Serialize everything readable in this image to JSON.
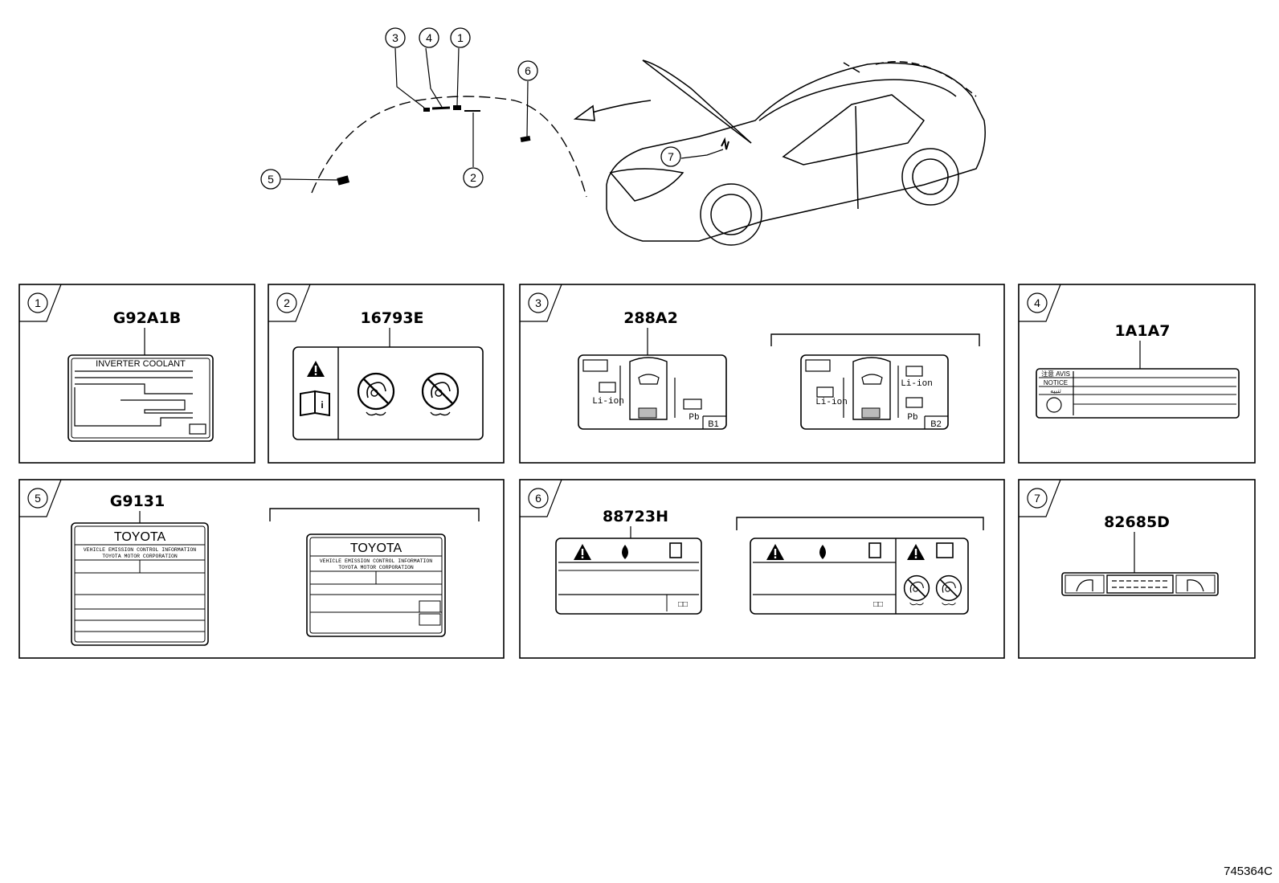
{
  "callouts": [
    "1",
    "2",
    "3",
    "4",
    "5",
    "6",
    "7"
  ],
  "panels": [
    {
      "index": "1",
      "part_number": "G92A1B",
      "label_text": "INVERTER COOLANT"
    },
    {
      "index": "2",
      "part_number": "16793E"
    },
    {
      "index": "3",
      "part_number": "288A2",
      "variant_a": "B1",
      "variant_b": "B2",
      "battery_liion": "Li-ion",
      "battery_pb": "Pb"
    },
    {
      "index": "4",
      "part_number": "1A1A7",
      "row_1": "注意 AVIS",
      "row_2": "NOTICE",
      "row_3": "تنبيه"
    },
    {
      "index": "5",
      "part_number": "G9131",
      "brand": "TOYOTA",
      "line_1": "VEHICLE EMISSION CONTROL INFORMATION",
      "line_2": "TOYOTA MOTOR CORPORATION"
    },
    {
      "index": "6",
      "part_number": "88723H"
    },
    {
      "index": "7",
      "part_number": "82685D"
    }
  ],
  "diagram_number": "745364C"
}
